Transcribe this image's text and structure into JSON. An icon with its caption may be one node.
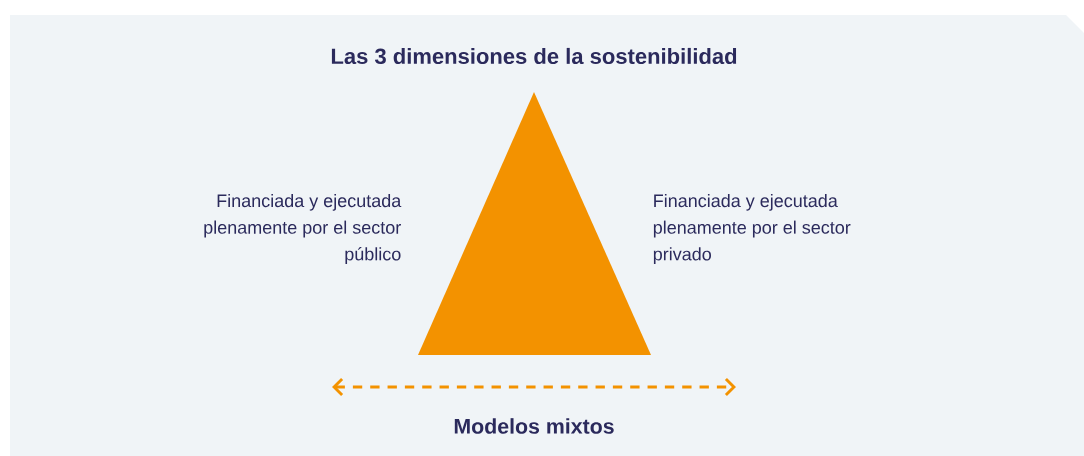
{
  "diagram": {
    "title": "Las 3 dimensiones de la sostenibilidad",
    "nodes": [
      {
        "text": [],
        "shape": "triangle"
      }
    ],
    "labels": [
      "Financiada y ejecutada plenamente por el sector público",
      "Financiada y ejecutada plenamente por el sector privado",
      "Modelos mixtos"
    ]
  }
}
